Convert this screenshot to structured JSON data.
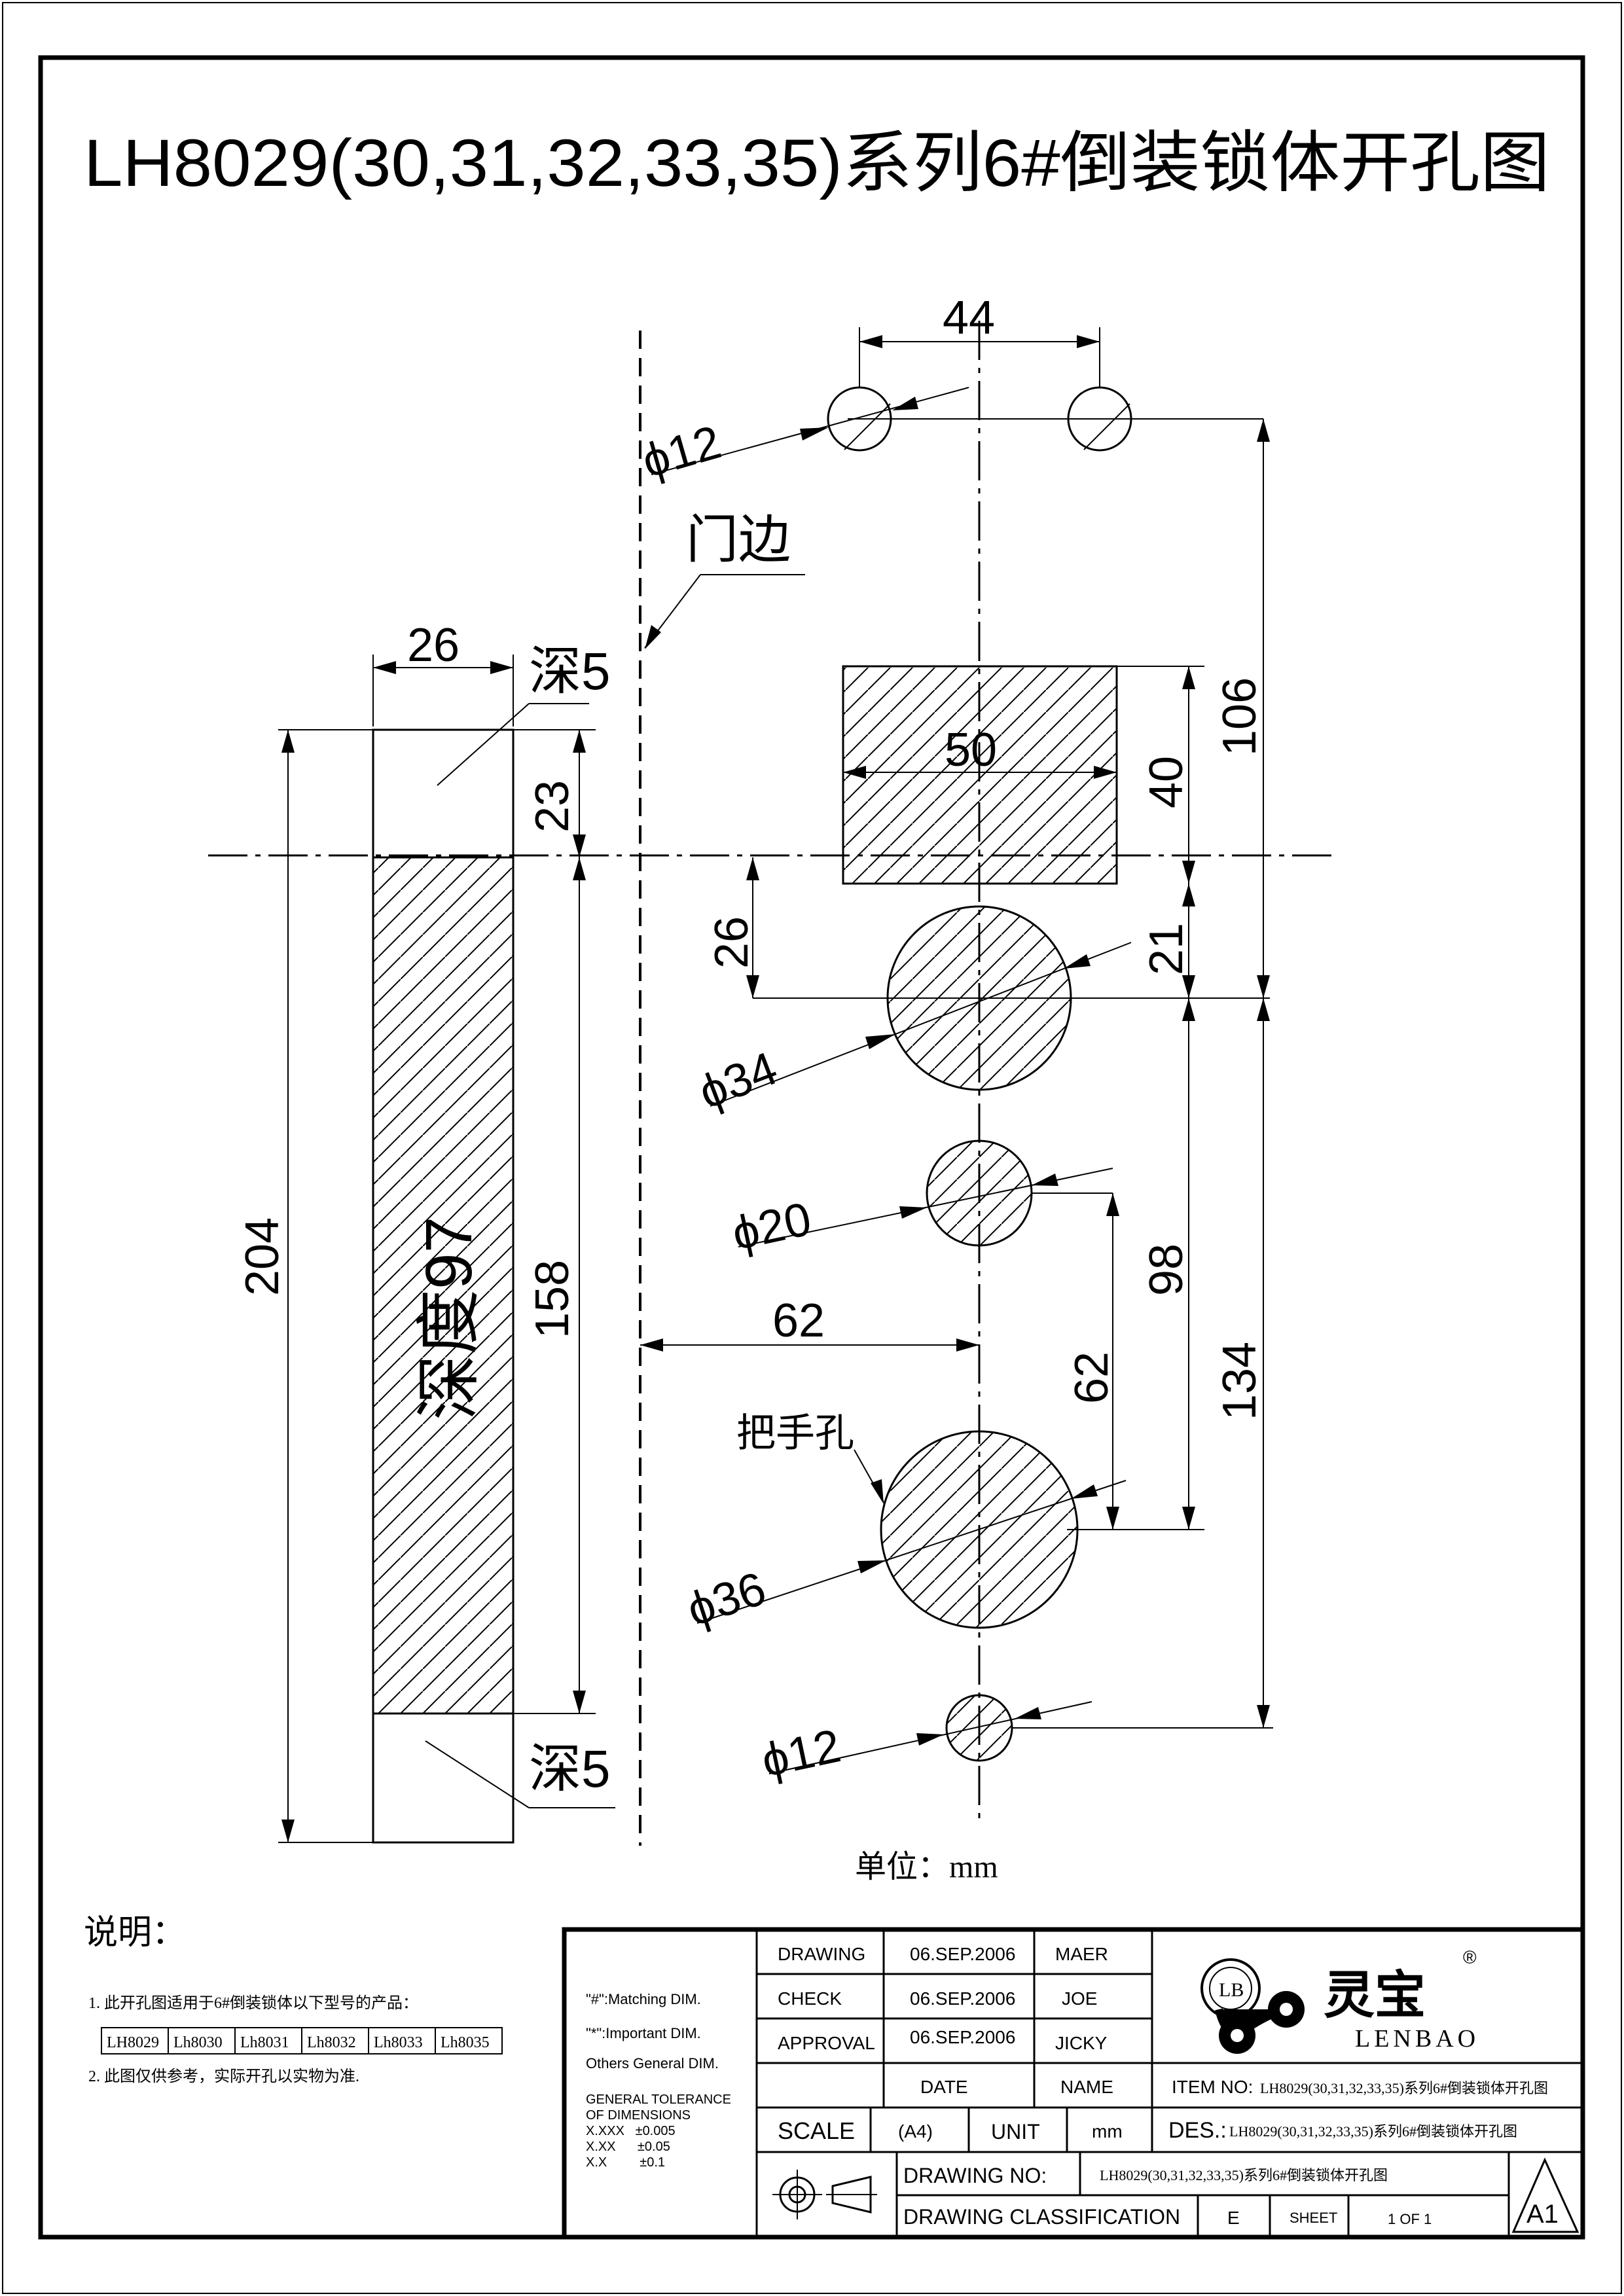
{
  "title": "LH8029(30,31,32,33,35)系列6#倒装锁体开孔图",
  "unit_label": "单位：mm",
  "labels": {
    "door_edge": "门边",
    "depth_top": "深5",
    "depth_bottom": "深5",
    "depth_main": "深度97",
    "handle_hole": "把手孔"
  },
  "dimensions": {
    "d44": "44",
    "phi12_top": "ϕ12",
    "d26_width": "26",
    "d50": "50",
    "d40": "40",
    "d106": "106",
    "d23": "23",
    "d26_offset": "26",
    "d21": "21",
    "phi34": "ϕ34",
    "phi20": "ϕ20",
    "d204": "204",
    "d158": "158",
    "d62_horizontal": "62",
    "d62_vertical": "62",
    "d98": "98",
    "d134": "134",
    "phi36": "ϕ36",
    "phi12_bottom": "ϕ12"
  },
  "notes": {
    "heading": "说明：",
    "item1": "1. 此开孔图适用于6#倒装锁体以下型号的产品：",
    "models": [
      "LH8029",
      "Lh8030",
      "Lh8031",
      "Lh8032",
      "Lh8033",
      "Lh8035"
    ],
    "item2": "2. 此图仅供参考，实际开孔以实物为准."
  },
  "legend": {
    "matching": "\"#\":Matching  DIM.",
    "important": "\"*\":Important  DIM.",
    "others": "Others General  DIM.",
    "tolerance_title1": "GENERAL TOLERANCE",
    "tolerance_title2": "OF DIMENSIONS",
    "tol1": "X.XXX   ±0.005",
    "tol2": "X.XX      ±0.05",
    "tol3": "X.X         ±0.1"
  },
  "title_block": {
    "rows": [
      {
        "role": "DRAWING",
        "date": "06.SEP.2006",
        "name": "MAER"
      },
      {
        "role": "CHECK",
        "date": "06.SEP.2006",
        "name": "JOE"
      },
      {
        "role": "APPROVAL",
        "date": "06.SEP.2006",
        "name": "JICKY"
      }
    ],
    "date_header": "DATE",
    "name_header": "NAME",
    "scale_label": "SCALE",
    "scale_value": "(A4)",
    "unit_label": "UNIT",
    "unit_value": "mm",
    "item_no_label": "ITEM NO:",
    "item_no_value": "LH8029(30,31,32,33,35)系列6#倒装锁体开孔图",
    "des_label": "DES.:",
    "des_value": "LH8029(30,31,32,33,35)系列6#倒装锁体开孔图",
    "drawing_no_label": "DRAWING NO:",
    "drawing_no_value": "LH8029(30,31,32,33,35)系列6#倒装锁体开孔图",
    "classification_label": "DRAWING CLASSIFICATION",
    "classification_value": "E",
    "sheet_label": "SHEET",
    "sheet_value": "1 OF 1",
    "size": "A1"
  },
  "logo": {
    "monogram": "LB",
    "chinese": "灵宝",
    "english": "LENBAO",
    "registered": "®"
  }
}
